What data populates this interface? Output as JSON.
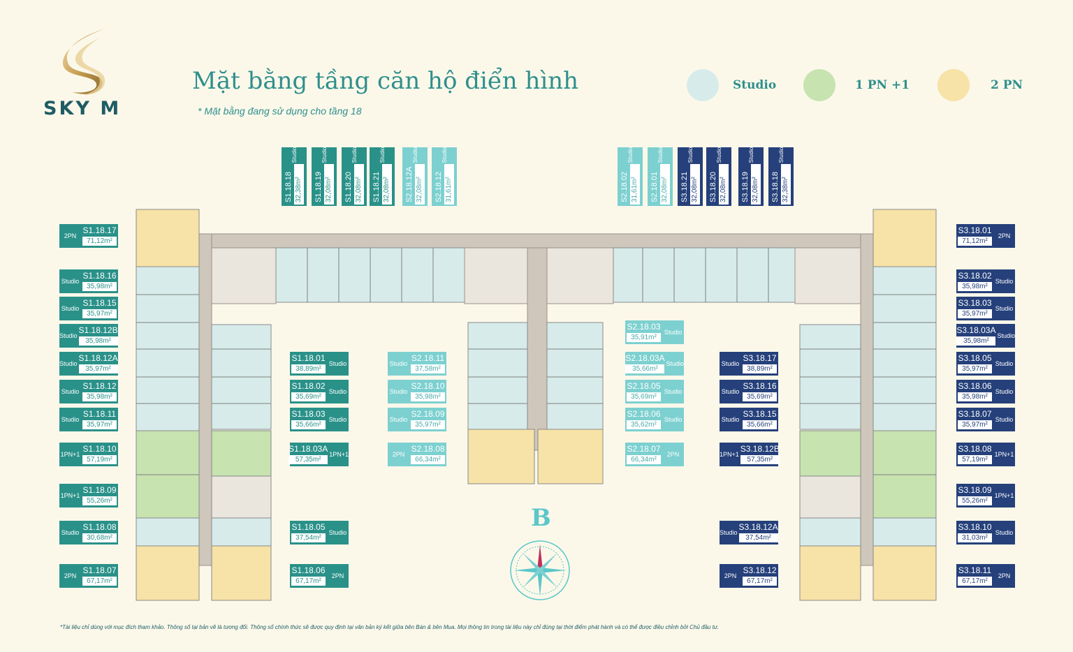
{
  "brand": {
    "name": "SKY M"
  },
  "header": {
    "title": "Mặt bằng tầng căn hộ điển hình",
    "subtitle": "* Mặt bằng đang sử dụng cho tầng 18"
  },
  "legend": [
    {
      "label": "Studio",
      "color": "#d7ecea"
    },
    {
      "label": "1 PN +1",
      "color": "#c7e3b0"
    },
    {
      "label": "2 PN",
      "color": "#f7e2a7"
    }
  ],
  "colors": {
    "s1": "#2a9189",
    "s2": "#7dd0d0",
    "s3": "#25407a",
    "text_dark": "#1f5c64"
  },
  "tower_label": "B",
  "footnote": "*Tài liệu chỉ dùng với mục đích tham khảo. Thông số tại bản vẽ là tương đối. Thông số chính thức sẽ được quy định tại văn bản ký kết giữa bên Bán & bên Mua. Mọi thông tin trong tài liệu này chỉ đúng tại thời điểm phát hành và có thể được điều chỉnh bởi Chủ đầu tư.",
  "top_units": [
    {
      "code": "S1.18.18",
      "area": "32,38m²",
      "type": "Studio"
    },
    {
      "code": "S1.18.19",
      "area": "32,08m²",
      "type": "Studio"
    },
    {
      "code": "S1.18.20",
      "area": "32,08m²",
      "type": "Studio"
    },
    {
      "code": "S1.18.21",
      "area": "32,08m²",
      "type": "Studio"
    },
    {
      "code": "S2.18.12A",
      "area": "32,08m²",
      "type": "Studio"
    },
    {
      "code": "S2.18.12",
      "area": "31,61m²",
      "type": "Studio"
    },
    {
      "code": "S2.18.02",
      "area": "31,61m²",
      "type": "Studio"
    },
    {
      "code": "S2.18.01",
      "area": "32,08m²",
      "type": "Studio"
    },
    {
      "code": "S3.18.21",
      "area": "32,08m²",
      "type": "Studio"
    },
    {
      "code": "S3.18.20",
      "area": "32,08m²",
      "type": "Studio"
    },
    {
      "code": "S3.18.19",
      "area": "32,08m²",
      "type": "Studio"
    },
    {
      "code": "S3.18.18",
      "area": "32,38m²",
      "type": "Studio"
    }
  ],
  "left_outer": [
    {
      "code": "S1.18.17",
      "area": "71,12m²",
      "type": "2PN"
    },
    {
      "code": "S1.18.16",
      "area": "35,98m²",
      "type": "Studio"
    },
    {
      "code": "S1.18.15",
      "area": "35,97m²",
      "type": "Studio"
    },
    {
      "code": "S1.18.12B",
      "area": "35,98m²",
      "type": "Studio"
    },
    {
      "code": "S1.18.12A",
      "area": "35,97m²",
      "type": "Studio"
    },
    {
      "code": "S1.18.12",
      "area": "35,98m²",
      "type": "Studio"
    },
    {
      "code": "S1.18.11",
      "area": "35,97m²",
      "type": "Studio"
    },
    {
      "code": "S1.18.10",
      "area": "57,19m²",
      "type": "1PN+1"
    },
    {
      "code": "S1.18.09",
      "area": "55,26m²",
      "type": "1PN+1"
    },
    {
      "code": "S1.18.08",
      "area": "30,68m²",
      "type": "Studio"
    },
    {
      "code": "S1.18.07",
      "area": "67,17m²",
      "type": "2PN"
    }
  ],
  "left_inner": [
    {
      "code": "S1.18.01",
      "area": "38,89m²",
      "type": "Studio"
    },
    {
      "code": "S1.18.02",
      "area": "35,69m²",
      "type": "Studio"
    },
    {
      "code": "S1.18.03",
      "area": "35,66m²",
      "type": "Studio"
    },
    {
      "code": "S1.18.03A",
      "area": "57,35m²",
      "type": "1PN+1"
    },
    {
      "code": "S1.18.05",
      "area": "37,54m²",
      "type": "Studio"
    },
    {
      "code": "S1.18.06",
      "area": "67,17m²",
      "type": "2PN"
    }
  ],
  "center_left": [
    {
      "code": "S2.18.11",
      "area": "37,58m²",
      "type": "Studio"
    },
    {
      "code": "S2.18.10",
      "area": "35,98m²",
      "type": "Studio"
    },
    {
      "code": "S2.18.09",
      "area": "35,97m²",
      "type": "Studio"
    },
    {
      "code": "S2.18.08",
      "area": "66,34m²",
      "type": "2PN"
    }
  ],
  "center_right": [
    {
      "code": "S2.18.03",
      "area": "35,91m²",
      "type": "Studio"
    },
    {
      "code": "S2.18.03A",
      "area": "35,66m²",
      "type": "Studio"
    },
    {
      "code": "S2.18.05",
      "area": "35,69m²",
      "type": "Studio"
    },
    {
      "code": "S2.18.06",
      "area": "35,62m²",
      "type": "Studio"
    },
    {
      "code": "S2.18.07",
      "area": "66,34m²",
      "type": "2PN"
    }
  ],
  "right_inner": [
    {
      "code": "S3.18.17",
      "area": "38,89m²",
      "type": "Studio"
    },
    {
      "code": "S3.18.16",
      "area": "35,69m²",
      "type": "Studio"
    },
    {
      "code": "S3.18.15",
      "area": "35,66m²",
      "type": "Studio"
    },
    {
      "code": "S3.18.12B",
      "area": "57,35m²",
      "type": "1PN+1"
    },
    {
      "code": "S3.18.12A",
      "area": "37,54m²",
      "type": "Studio"
    },
    {
      "code": "S3.18.12",
      "area": "67,17m²",
      "type": "2PN"
    }
  ],
  "right_outer": [
    {
      "code": "S3.18.01",
      "area": "71,12m²",
      "type": "2PN"
    },
    {
      "code": "S3.18.02",
      "area": "35,98m²",
      "type": "Studio"
    },
    {
      "code": "S3.18.03",
      "area": "35,97m²",
      "type": "Studio"
    },
    {
      "code": "S3.18.03A",
      "area": "35,98m²",
      "type": "Studio"
    },
    {
      "code": "S3.18.05",
      "area": "35,97m²",
      "type": "Studio"
    },
    {
      "code": "S3.18.06",
      "area": "35,98m²",
      "type": "Studio"
    },
    {
      "code": "S3.18.07",
      "area": "35,97m²",
      "type": "Studio"
    },
    {
      "code": "S3.18.08",
      "area": "57,19m²",
      "type": "1PN+1"
    },
    {
      "code": "S3.18.09",
      "area": "55,26m²",
      "type": "1PN+1"
    },
    {
      "code": "S3.18.10",
      "area": "31,03m²",
      "type": "Studio"
    },
    {
      "code": "S3.18.11",
      "area": "67,17m²",
      "type": "2PN"
    }
  ]
}
